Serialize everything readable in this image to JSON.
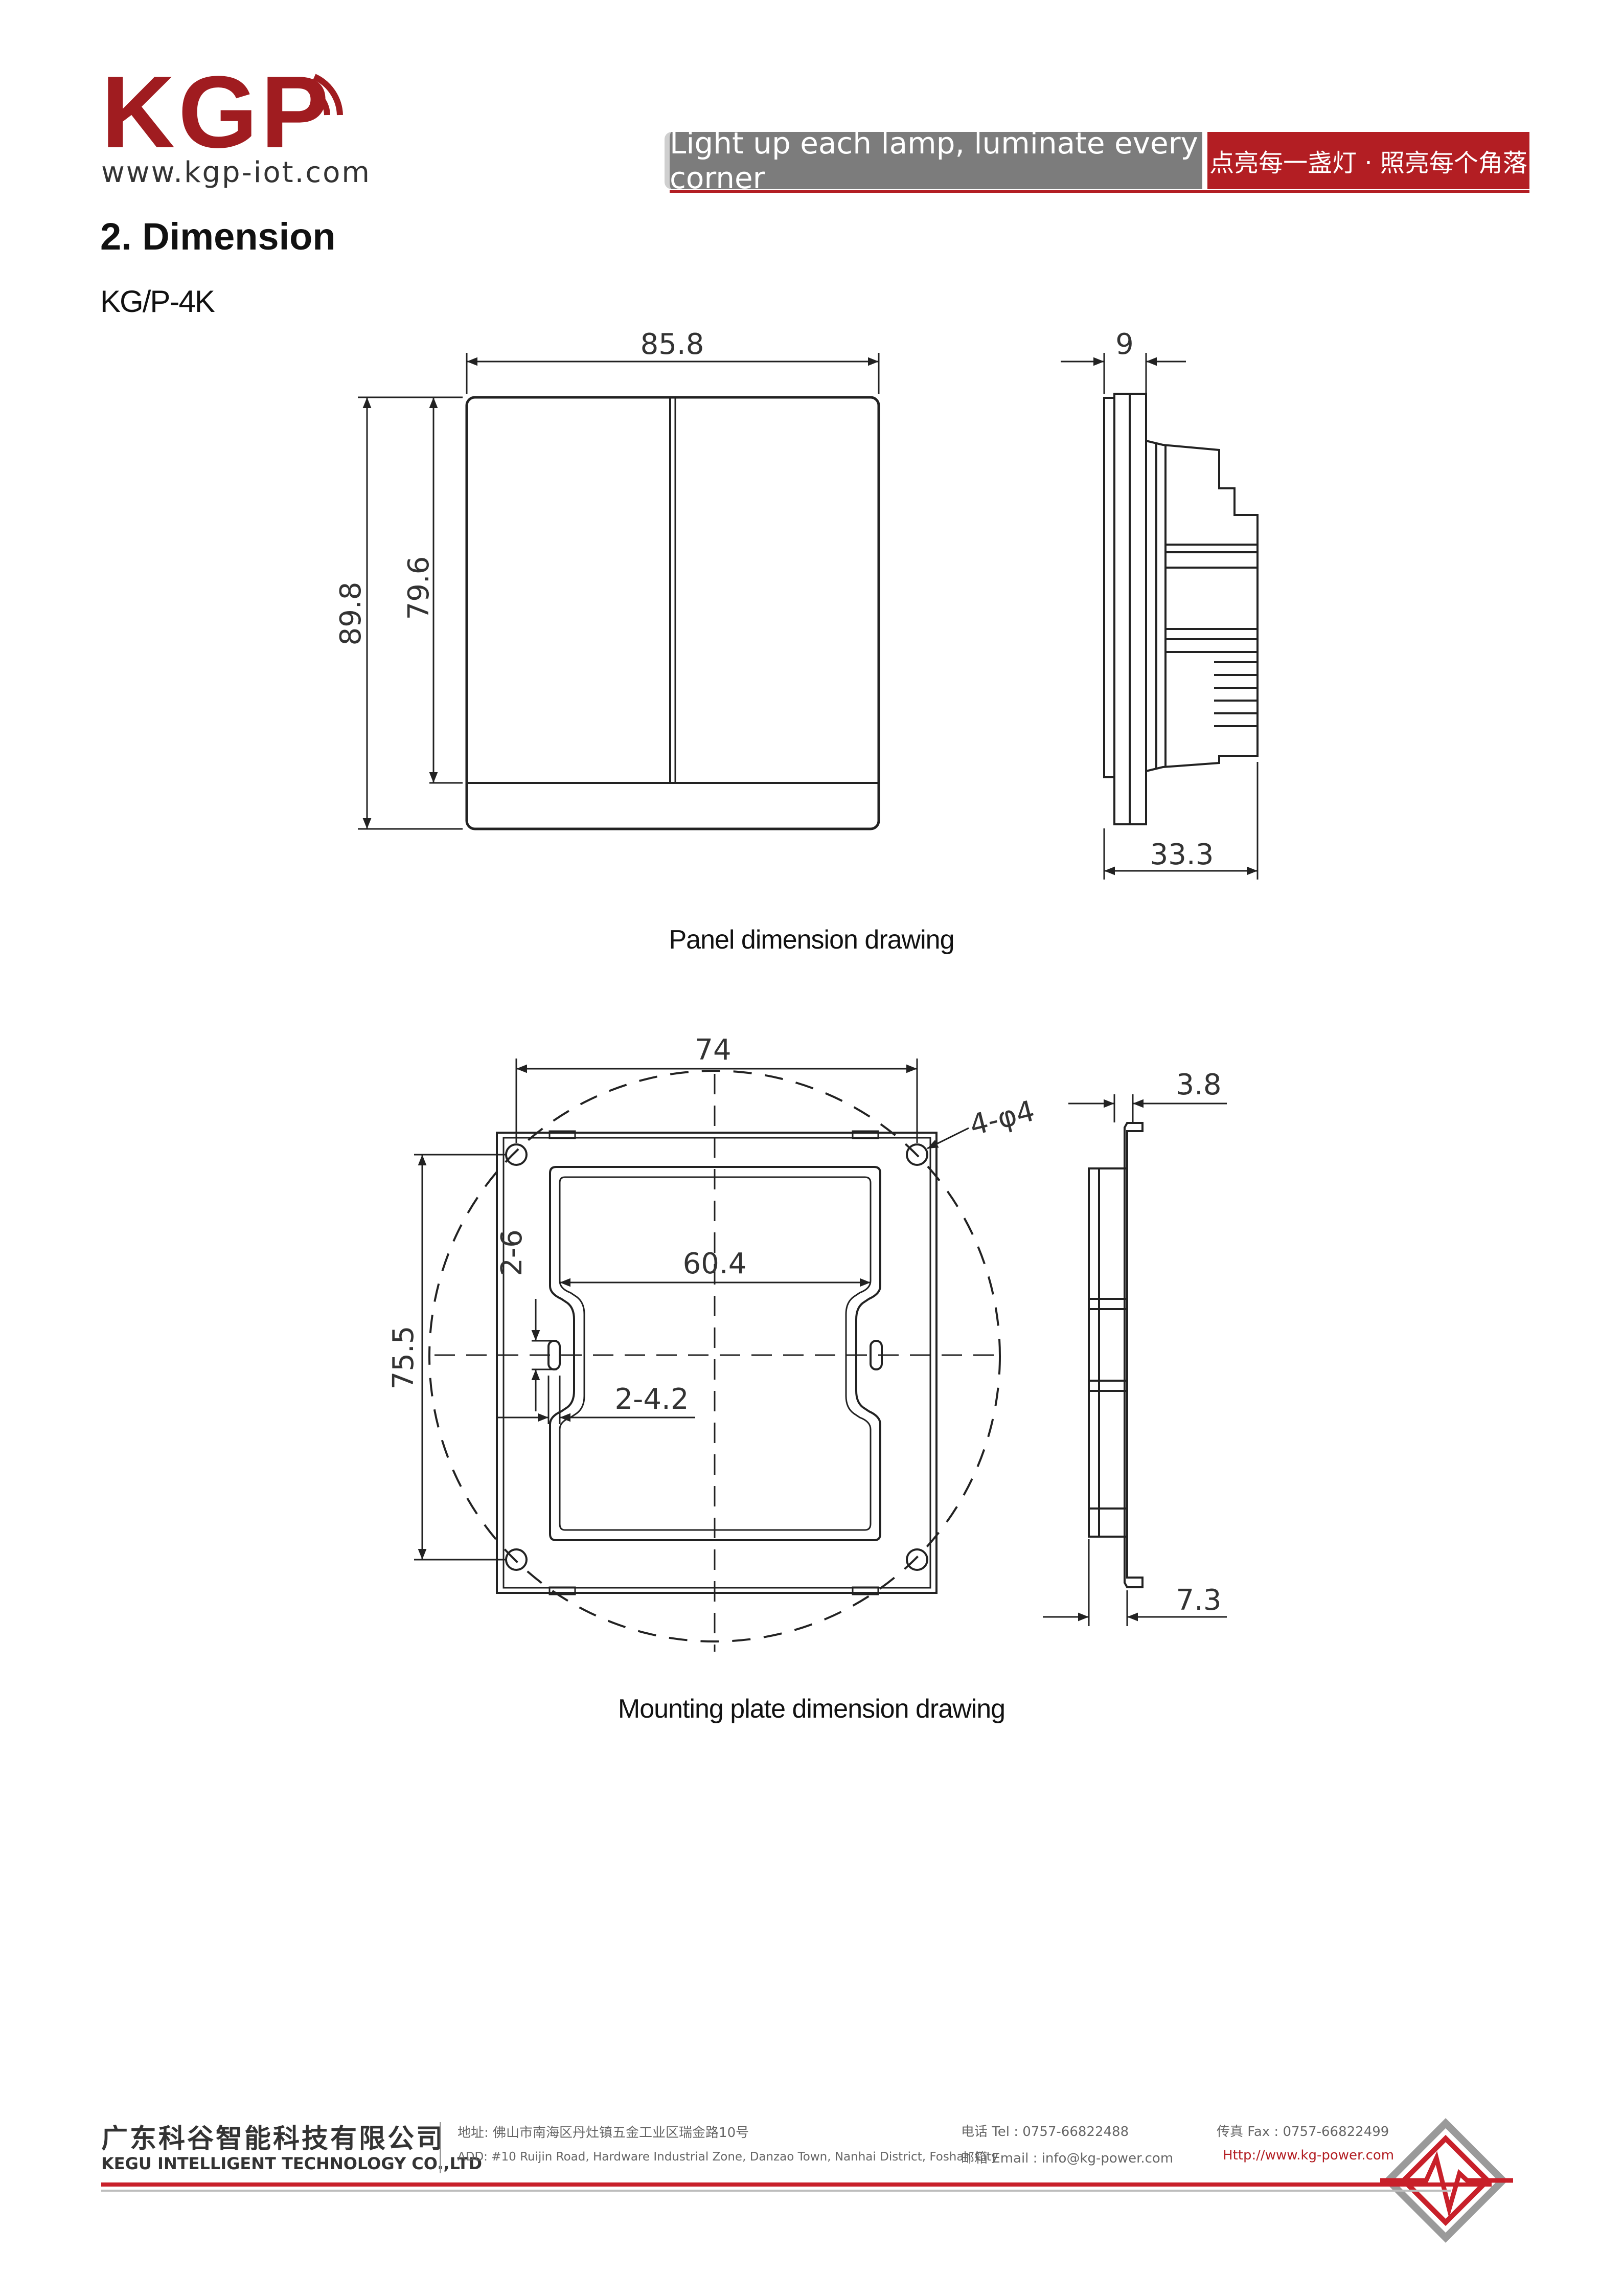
{
  "header": {
    "logo_text": "KGP",
    "logo_url": "www.kgp-iot.com",
    "slogan_en": "Light up each lamp, luminate every corner",
    "slogan_cn": "点亮每一盏灯 · 照亮每个角落",
    "brand_color": "#b31e23"
  },
  "section": {
    "title": "2.   Dimension",
    "model": "KG/P-4K"
  },
  "panel_drawing": {
    "caption": "Panel dimension drawing",
    "dims": {
      "width": "85.8",
      "height_outer": "89.8",
      "height_inner": "79.6",
      "thickness": "9",
      "depth": "33.3"
    }
  },
  "plate_drawing": {
    "caption": "Mounting plate dimension drawing",
    "dims": {
      "hole_spacing": "74",
      "holes": "4-φ4",
      "vertical": "75.5",
      "inner_width": "60.4",
      "slot_a": "2-6",
      "slot_b": "2-4.2",
      "side_a": "3.8",
      "side_b": "7.3"
    }
  },
  "footer": {
    "company_cn": "广东科谷智能科技有限公司",
    "company_en": "KEGU INTELLIGENT TECHNOLOGY CO.,LTD",
    "address_cn": "地址:  佛山市南海区丹灶镇五金工业区瑞金路10号",
    "address_en": "ADD:  #10 Ruijin Road, Hardware Industrial Zone, Danzao Town, Nanhai District, Foshan City",
    "tel": "电话 Tel :   0757-66822488",
    "email": "邮箱 Email :   info@kg-power.com",
    "fax": "传真 Fax :   0757-66822499",
    "website": "Http://www.kg-power.com"
  }
}
